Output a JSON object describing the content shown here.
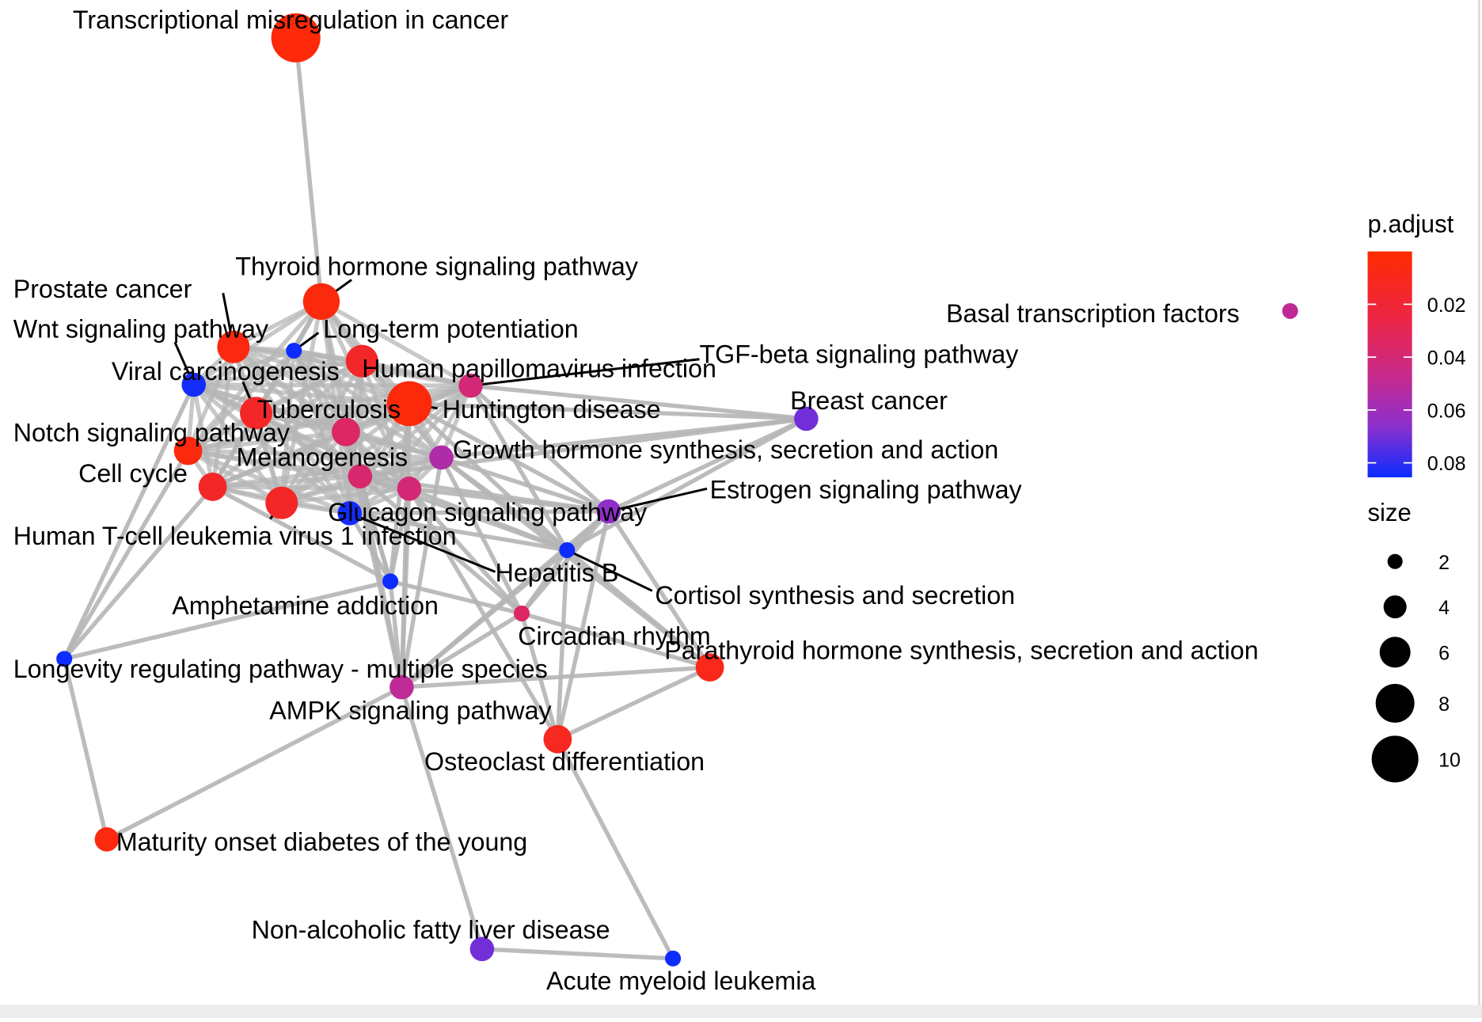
{
  "chart_data": {
    "type": "network",
    "nodes": [
      {
        "name": "Transcriptional misregulation in cancer",
        "p_adjust": 0.003,
        "size": 10
      },
      {
        "name": "Thyroid hormone signaling pathway",
        "p_adjust": 0.005,
        "size": 7
      },
      {
        "name": "Prostate cancer",
        "p_adjust": 0.006,
        "size": 6
      },
      {
        "name": "Wnt signaling pathway",
        "p_adjust": 0.035,
        "size": 5
      },
      {
        "name": "Long-term potentiation",
        "p_adjust": 0.085,
        "size": 2
      },
      {
        "name": "Viral carcinogenesis",
        "p_adjust": 0.084,
        "size": 4
      },
      {
        "name": "Human papillomavirus infection",
        "p_adjust": 0.015,
        "size": 6
      },
      {
        "name": "TGF-beta signaling pathway",
        "p_adjust": 0.04,
        "size": 4
      },
      {
        "name": "Tuberculosis",
        "p_adjust": 0.015,
        "size": 6
      },
      {
        "name": "Huntington disease",
        "p_adjust": 0.004,
        "size": 9
      },
      {
        "name": "Breast cancer",
        "p_adjust": 0.07,
        "size": 4
      },
      {
        "name": "Notch signaling pathway",
        "p_adjust": 0.005,
        "size": 5
      },
      {
        "name": "Melanogenesis",
        "p_adjust": 0.038,
        "size": 4
      },
      {
        "name": "Growth hormone synthesis, secretion and action",
        "p_adjust": 0.055,
        "size": 4
      },
      {
        "name": "Cell cycle",
        "p_adjust": 0.015,
        "size": 5
      },
      {
        "name": "Estrogen signaling pathway",
        "p_adjust": 0.065,
        "size": 4
      },
      {
        "name": "Glucagon signaling pathway",
        "p_adjust": 0.04,
        "size": 4
      },
      {
        "name": "Human T-cell leukemia virus 1 infection",
        "p_adjust": 0.015,
        "size": 6
      },
      {
        "name": "Hepatitis B",
        "p_adjust": 0.084,
        "size": 4
      },
      {
        "name": "Cortisol synthesis and secretion",
        "p_adjust": 0.085,
        "size": 2
      },
      {
        "name": "Amphetamine addiction",
        "p_adjust": 0.085,
        "size": 2
      },
      {
        "name": "Circadian rhythm",
        "p_adjust": 0.035,
        "size": 2
      },
      {
        "name": "Parathyroid hormone synthesis, secretion and action",
        "p_adjust": 0.01,
        "size": 5
      },
      {
        "name": "Longevity regulating pathway - multiple species",
        "p_adjust": 0.085,
        "size": 2
      },
      {
        "name": "AMPK signaling pathway",
        "p_adjust": 0.05,
        "size": 4
      },
      {
        "name": "Osteoclast differentiation",
        "p_adjust": 0.012,
        "size": 5
      },
      {
        "name": "Maturity onset diabetes of the young",
        "p_adjust": 0.005,
        "size": 4
      },
      {
        "name": "Non-alcoholic fatty liver disease",
        "p_adjust": 0.07,
        "size": 4
      },
      {
        "name": "Acute myeloid leukemia",
        "p_adjust": 0.085,
        "size": 2
      },
      {
        "name": "Basal transcription factors",
        "p_adjust": 0.05,
        "size": 2
      }
    ],
    "fully_connected_groups": [
      [
        1,
        2,
        3,
        4,
        5,
        6,
        7,
        8,
        9,
        11,
        12,
        13,
        14,
        16,
        17,
        18
      ]
    ],
    "edges": [
      [
        0,
        1
      ],
      [
        7,
        10
      ],
      [
        9,
        10
      ],
      [
        13,
        10
      ],
      [
        15,
        10
      ],
      [
        19,
        10
      ],
      [
        12,
        10
      ],
      [
        15,
        13
      ],
      [
        15,
        9
      ],
      [
        15,
        16
      ],
      [
        15,
        12
      ],
      [
        15,
        18
      ],
      [
        15,
        19
      ],
      [
        15,
        21
      ],
      [
        15,
        22
      ],
      [
        15,
        25
      ],
      [
        15,
        24
      ],
      [
        15,
        7
      ],
      [
        23,
        14
      ],
      [
        23,
        20
      ],
      [
        23,
        26
      ],
      [
        23,
        5
      ],
      [
        23,
        11
      ],
      [
        26,
        24
      ],
      [
        24,
        20
      ],
      [
        24,
        21
      ],
      [
        24,
        22
      ],
      [
        24,
        19
      ],
      [
        24,
        27
      ],
      [
        24,
        9
      ],
      [
        24,
        13
      ],
      [
        24,
        16
      ],
      [
        24,
        12
      ],
      [
        24,
        3
      ],
      [
        25,
        22
      ],
      [
        25,
        21
      ],
      [
        25,
        28
      ],
      [
        25,
        19
      ],
      [
        25,
        16
      ],
      [
        27,
        28
      ],
      [
        22,
        21
      ],
      [
        22,
        19
      ],
      [
        22,
        13
      ],
      [
        20,
        18
      ],
      [
        20,
        12
      ],
      [
        20,
        16
      ],
      [
        20,
        21
      ],
      [
        20,
        3
      ],
      [
        20,
        14
      ],
      [
        20,
        9
      ],
      [
        21,
        19
      ],
      [
        21,
        16
      ],
      [
        21,
        13
      ],
      [
        21,
        12
      ],
      [
        19,
        13
      ],
      [
        19,
        9
      ],
      [
        19,
        16
      ],
      [
        19,
        7
      ],
      [
        19,
        12
      ],
      [
        19,
        18
      ]
    ],
    "legend": {
      "color_title": "p.adjust",
      "color_ticks": [
        "0.02",
        "0.04",
        "0.06",
        "0.08"
      ],
      "color_tick_values": [
        0.02,
        0.04,
        0.06,
        0.08
      ],
      "color_range": [
        0.0,
        0.0855
      ],
      "color_low": "#ff2a00",
      "color_high": "#0a2cff",
      "size_title": "size",
      "size_ticks": [
        "2",
        "4",
        "6",
        "8",
        "10"
      ],
      "size_tick_values": [
        2,
        4,
        6,
        8,
        10
      ]
    },
    "edge_color": "#b5b5b5",
    "label_color": "#000000"
  }
}
